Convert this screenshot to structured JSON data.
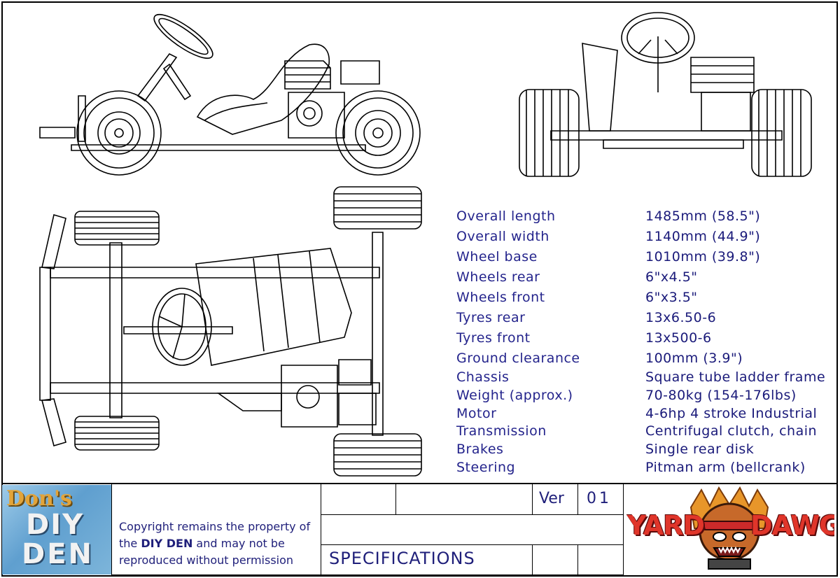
{
  "specifications": [
    {
      "label": "Overall length",
      "value": "1485mm (58.5\")"
    },
    {
      "label": "Overall width",
      "value": "1140mm (44.9\")"
    },
    {
      "label": "Wheel base",
      "value": "1010mm (39.8\")"
    },
    {
      "label": "Wheels rear",
      "value": "6\"x4.5\""
    },
    {
      "label": "Wheels front",
      "value": "6\"x3.5\""
    },
    {
      "label": "Tyres rear",
      "value": "13x6.50-6"
    },
    {
      "label": "Tyres front",
      "value": "13x500-6"
    },
    {
      "label": "Ground clearance",
      "value": "100mm (3.9\")"
    },
    {
      "label": "Chassis",
      "value": "Square tube ladder frame"
    },
    {
      "label": "Weight (approx.)",
      "value": "70-80kg (154-176lbs)"
    },
    {
      "label": "Motor",
      "value": "4-6hp 4 stroke Industrial"
    },
    {
      "label": "Transmission",
      "value": "Centrifugal clutch, chain"
    },
    {
      "label": "Brakes",
      "value": "Single rear disk"
    },
    {
      "label": "Steering",
      "value": "Pitman arm (bellcrank)"
    }
  ],
  "title_block": {
    "copyright_pre": "Copyright remains the property of the ",
    "copyright_brand": "DIY DEN",
    "copyright_post": " and may not be reproduced without permission",
    "ver_label": "Ver",
    "ver_value": "01",
    "sheet_title": "SPECIFICATIONS"
  },
  "logos": {
    "left_line1": "Don's",
    "left_line2": "DIY",
    "left_line3": "DEN",
    "right_word1": "YARD",
    "right_word2": "DAWG"
  }
}
